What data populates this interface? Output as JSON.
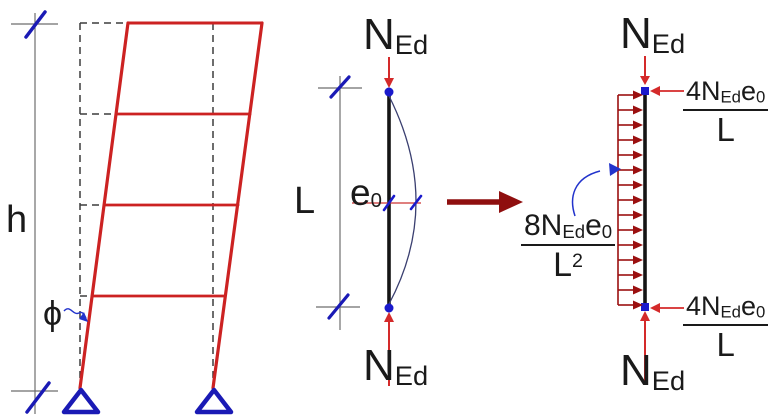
{
  "panels": {
    "frame": {
      "height_label": "h",
      "angle_label": "ϕ"
    },
    "column_actual": {
      "top_force": {
        "main": "N",
        "sub": "Ed"
      },
      "bottom_force": {
        "main": "N",
        "sub": "Ed"
      },
      "length_label": "L",
      "eccentricity": {
        "main": "e",
        "sub": "0"
      }
    },
    "column_equivalent": {
      "top_force": {
        "main": "N",
        "sub": "Ed"
      },
      "bottom_force": {
        "main": "N",
        "sub": "Ed"
      },
      "end_load_formula": {
        "num_coef": "4N",
        "num_sub1": "Ed",
        "num_e": "e",
        "num_sub2": "0",
        "den": "L"
      },
      "distributed_load_formula": {
        "num_coef": "8N",
        "num_sub1": "Ed",
        "num_e": "e",
        "num_sub2": "0",
        "den": "L",
        "den_exp": "2"
      }
    }
  },
  "colors": {
    "frame_red": "#cc2222",
    "force_arrow_red": "#d42a2a",
    "load_dark_red": "#9b1010",
    "transform_arrow_red": "#8f0f0f",
    "support_blue": "#1a1ab5",
    "dimension_gray": "#6e6e6e",
    "text_black": "#1a1a1a"
  }
}
